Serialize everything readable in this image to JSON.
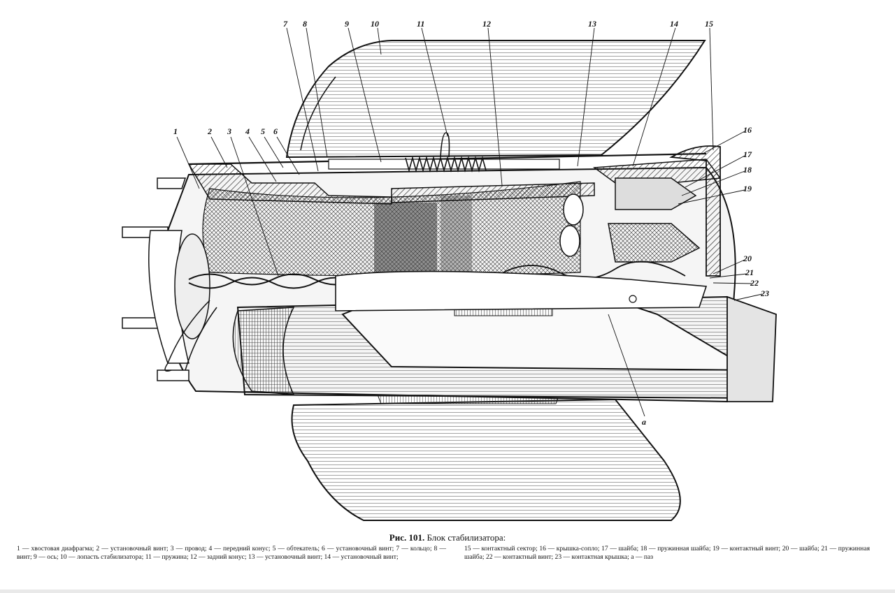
{
  "figure": {
    "number": "Рис. 101.",
    "title": "Блок стабилизатора:",
    "legend_left": "1 — хвостовая диафрагма; 2 — установочный винт; 3 — провод; 4 — передний конус; 5 — обтекатель; 6 — установочный винт; 7 — кольцо; 8 — винт; 9 — ось; 10 — лопасть стабилизатора; 11 — пружина; 12 — задний конус; 13 — установочный винт; 14 — установочный винт;",
    "legend_right": "15 — контактный сектор; 16 — крышка-сопло; 17 — шайба; 18 — пружинная шайба; 19 — контактный винт; 20 — шайба; 21 — пружинная шайба; 22 — контактный винт; 23 — контактная крышка; а — паз"
  },
  "callouts": [
    "1",
    "2",
    "3",
    "4",
    "5",
    "6",
    "7",
    "8",
    "9",
    "10",
    "11",
    "12",
    "13",
    "14",
    "15",
    "16",
    "17",
    "18",
    "19",
    "20",
    "21",
    "22",
    "23",
    "а"
  ]
}
